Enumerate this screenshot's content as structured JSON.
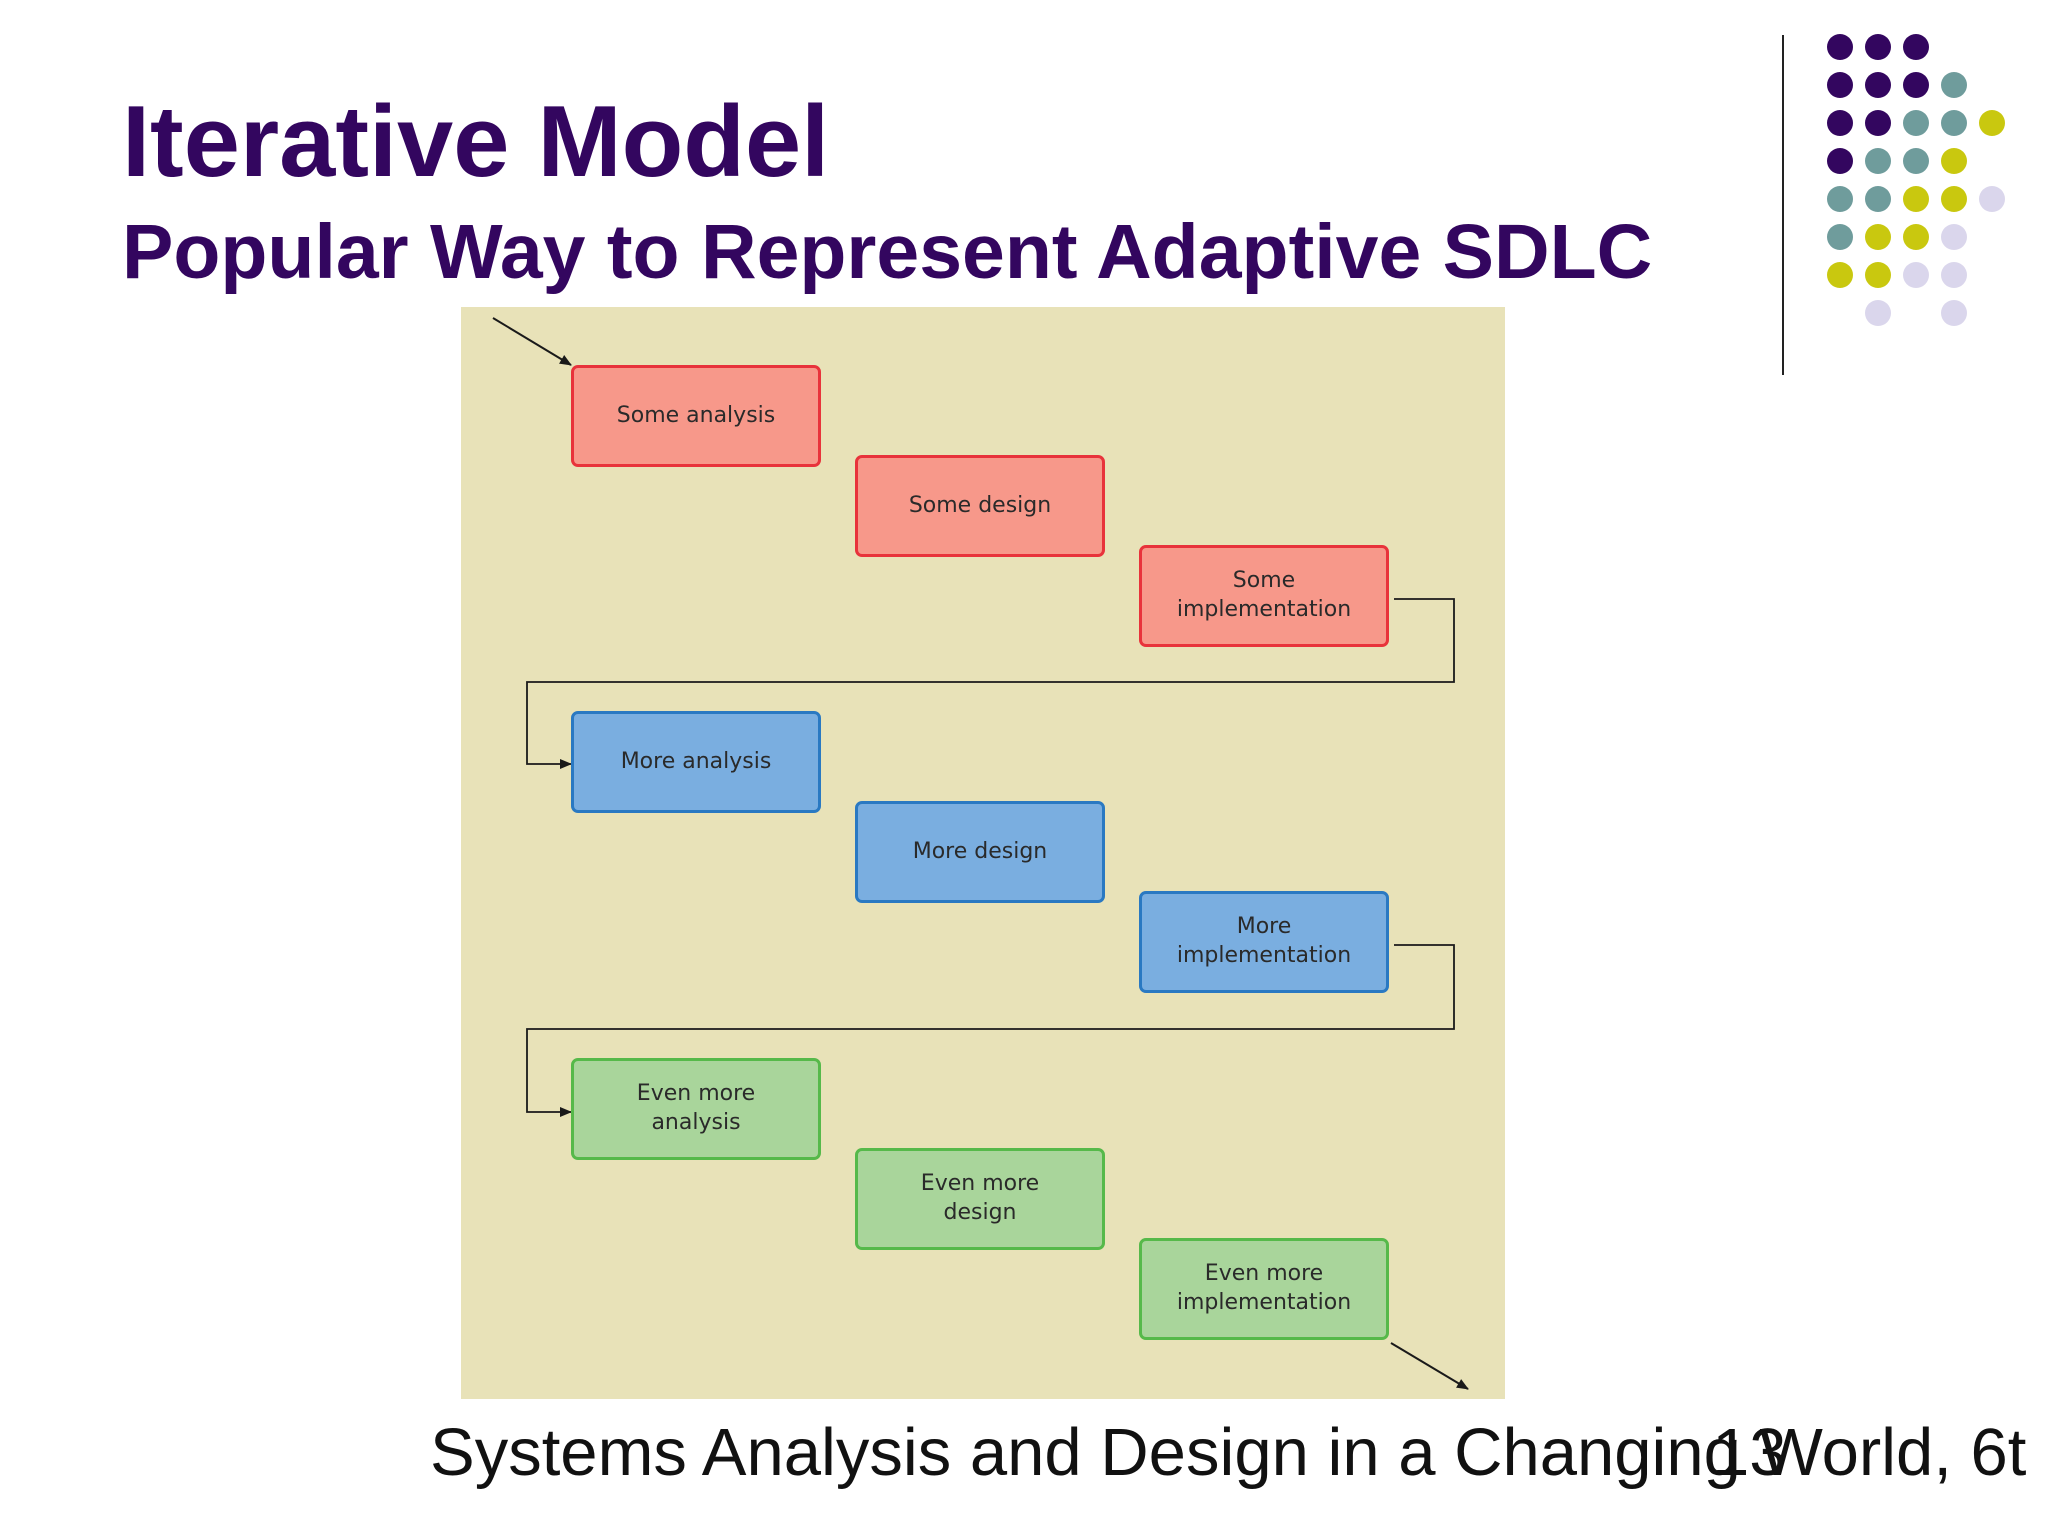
{
  "slide": {
    "title": "Iterative Model",
    "subtitle": "Popular Way to Represent Adaptive SDLC",
    "footer": "Systems Analysis and Design in a Changing World, 6t",
    "slide_number": "13"
  },
  "colors": {
    "title": "#33065f",
    "dark_purple": "#33065f",
    "teal": "#6f9c9c",
    "olive": "#c9c80f",
    "lavender": "#dad6ec",
    "panel": "#e8e2b8"
  },
  "diagram": {
    "steps": [
      {
        "label": "Some analysis",
        "phase": "red"
      },
      {
        "label": "Some design",
        "phase": "red"
      },
      {
        "label": "Some\nimplementation",
        "phase": "red"
      },
      {
        "label": "More analysis",
        "phase": "blue"
      },
      {
        "label": "More design",
        "phase": "blue"
      },
      {
        "label": "More\nimplementation",
        "phase": "blue"
      },
      {
        "label": "Even more\nanalysis",
        "phase": "green"
      },
      {
        "label": "Even more\ndesign",
        "phase": "green"
      },
      {
        "label": "Even more\nimplementation",
        "phase": "green"
      }
    ]
  },
  "decoration": {
    "dot_rows": [
      [
        "dark_purple",
        "dark_purple",
        "dark_purple",
        null,
        null
      ],
      [
        "dark_purple",
        "dark_purple",
        "dark_purple",
        "teal",
        null
      ],
      [
        "dark_purple",
        "dark_purple",
        "teal",
        "teal",
        "olive"
      ],
      [
        "dark_purple",
        "teal",
        "teal",
        "olive",
        null
      ],
      [
        "teal",
        "teal",
        "olive",
        "olive",
        "lavender"
      ],
      [
        "teal",
        "olive",
        "olive",
        "lavender",
        null
      ],
      [
        "olive",
        "olive",
        "lavender",
        "lavender",
        null
      ],
      [
        null,
        "lavender",
        null,
        "lavender",
        null
      ]
    ]
  }
}
